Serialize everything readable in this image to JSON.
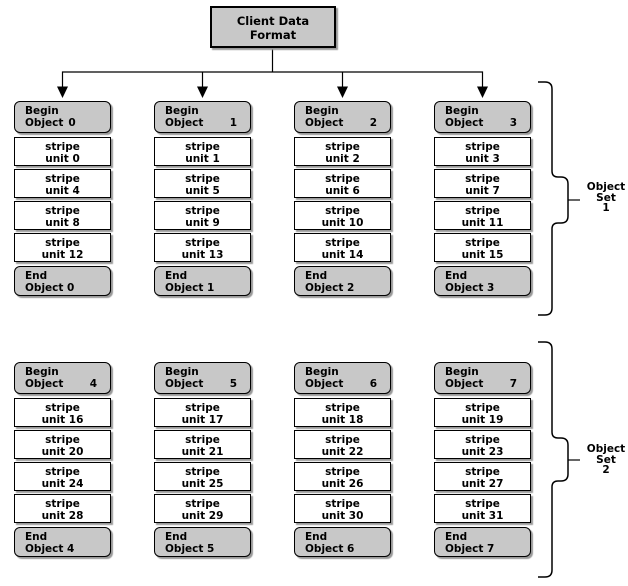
{
  "title": {
    "line1": "Client Data",
    "line2": "Format"
  },
  "stripe_word": "stripe",
  "unit_word": "unit",
  "colors": {
    "box_gray": "#c8c8c8",
    "border": "#000000",
    "shadow": "#999999",
    "background": "#ffffff"
  },
  "object_sets": [
    {
      "label_lines": [
        "Object",
        "Set",
        "1"
      ]
    },
    {
      "label_lines": [
        "Object",
        "Set",
        "2"
      ]
    }
  ],
  "rows": [
    {
      "columns": [
        {
          "begin_label": "Begin",
          "object_word": "Object",
          "object_number": "0",
          "number_right": false,
          "stripe_units": [
            "0",
            "4",
            "8",
            "12"
          ],
          "end_label": "End",
          "end_object": "Object 0"
        },
        {
          "begin_label": "Begin",
          "object_word": "Object",
          "object_number": "1",
          "number_right": true,
          "stripe_units": [
            "1",
            "5",
            "9",
            "13"
          ],
          "end_label": "End",
          "end_object": "Object 1"
        },
        {
          "begin_label": "Begin",
          "object_word": "Object",
          "object_number": "2",
          "number_right": true,
          "stripe_units": [
            "2",
            "6",
            "10",
            "14"
          ],
          "end_label": "End",
          "end_object": "Object 2"
        },
        {
          "begin_label": "Begin",
          "object_word": "Object",
          "object_number": "3",
          "number_right": true,
          "stripe_units": [
            "3",
            "7",
            "11",
            "15"
          ],
          "end_label": "End",
          "end_object": "Object 3"
        }
      ]
    },
    {
      "columns": [
        {
          "begin_label": "Begin",
          "object_word": "Object",
          "object_number": "4",
          "number_right": true,
          "stripe_units": [
            "16",
            "20",
            "24",
            "28"
          ],
          "end_label": "End",
          "end_object": "Object 4"
        },
        {
          "begin_label": "Begin",
          "object_word": "Object",
          "object_number": "5",
          "number_right": true,
          "stripe_units": [
            "17",
            "21",
            "25",
            "29"
          ],
          "end_label": "End",
          "end_object": "Object 5"
        },
        {
          "begin_label": "Begin",
          "object_word": "Object",
          "object_number": "6",
          "number_right": true,
          "stripe_units": [
            "18",
            "22",
            "26",
            "30"
          ],
          "end_label": "End",
          "end_object": "Object 6"
        },
        {
          "begin_label": "Begin",
          "object_word": "Object",
          "object_number": "7",
          "number_right": true,
          "stripe_units": [
            "19",
            "23",
            "27",
            "31"
          ],
          "end_label": "End",
          "end_object": "Object 7"
        }
      ]
    }
  ]
}
